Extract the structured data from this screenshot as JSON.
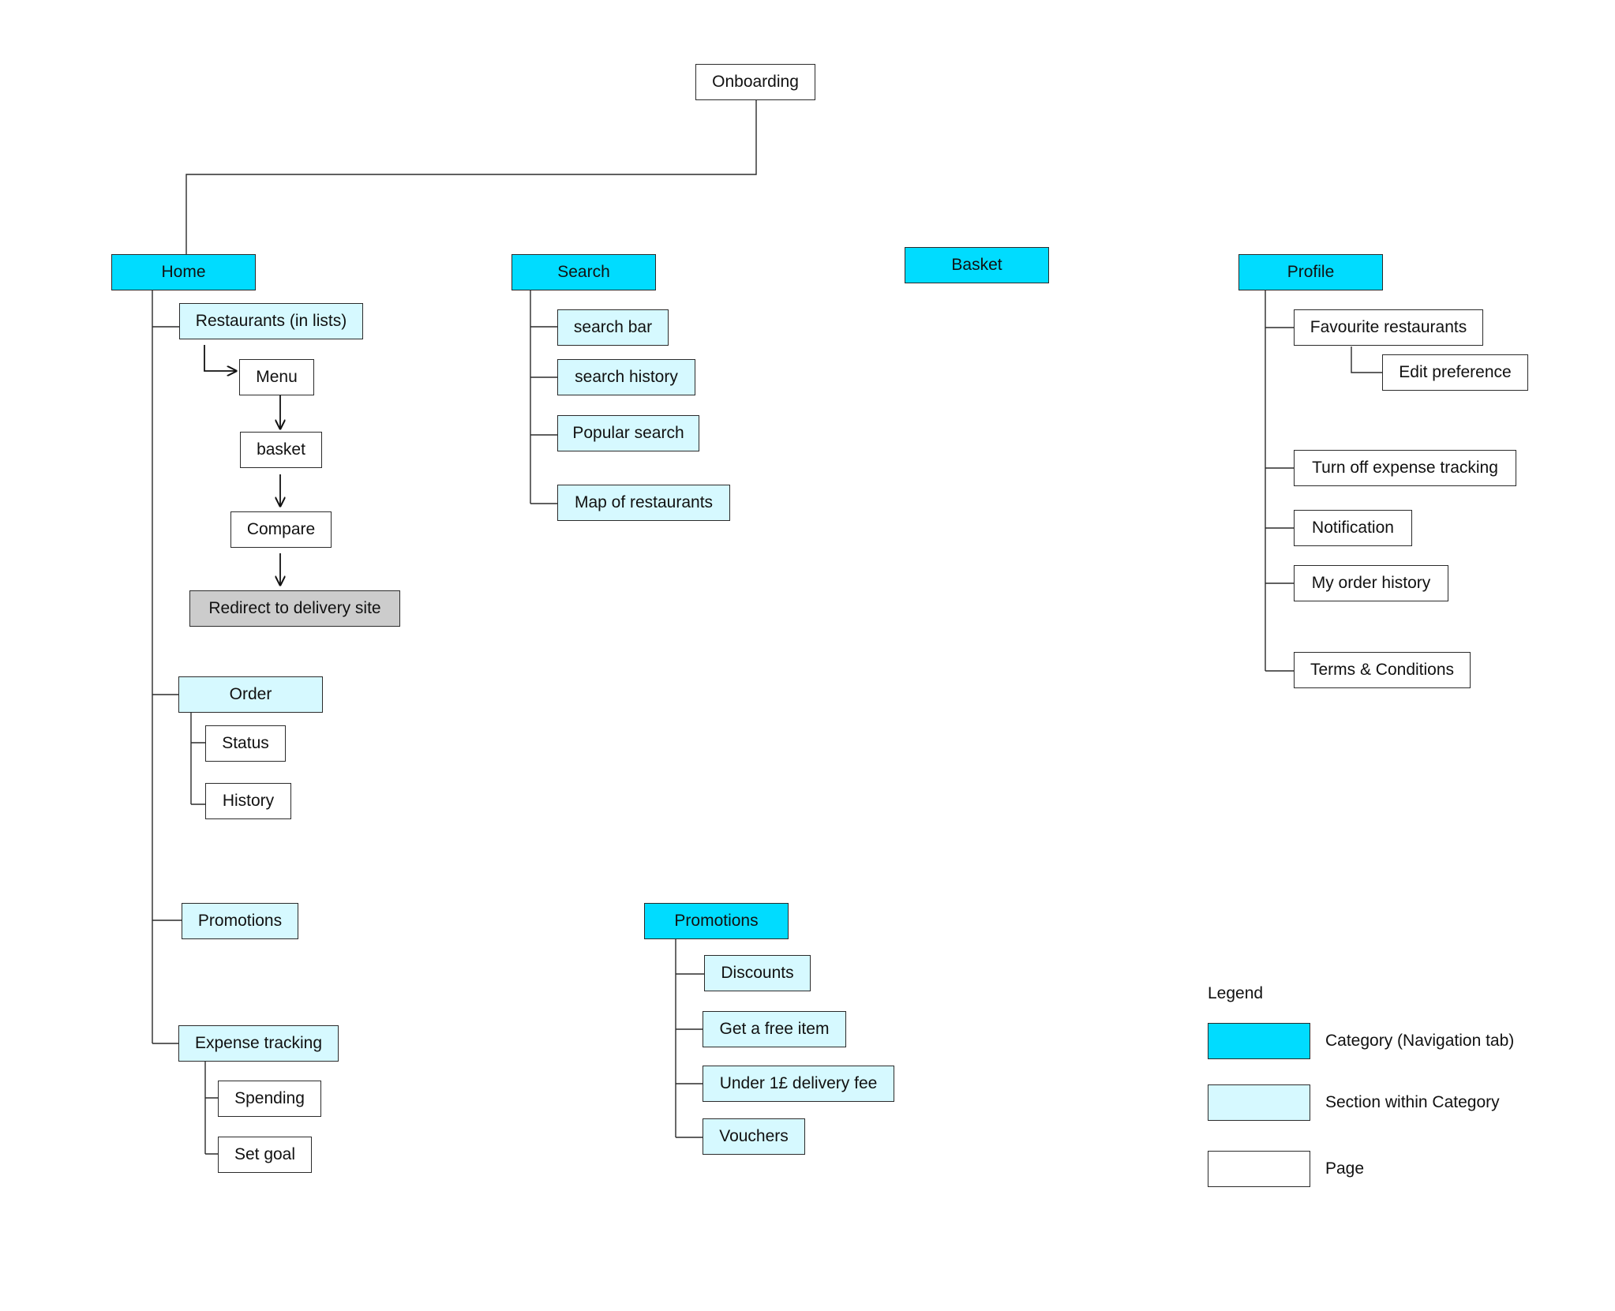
{
  "colors": {
    "category": "#00dcff",
    "section": "#d6f9ff",
    "page": "#ffffff",
    "terminal": "#cccccc",
    "line": "#2b2b2b"
  },
  "nodes": {
    "onboarding": "Onboarding",
    "home": "Home",
    "restaurants": "Restaurants (in lists)",
    "menu": "Menu",
    "basket_page": "basket",
    "compare": "Compare",
    "redirect": "Redirect to delivery site",
    "order": "Order",
    "status": "Status",
    "history": "History",
    "home_promotions": "Promotions",
    "expense_tracking": "Expense tracking",
    "spending": "Spending",
    "set_goal": "Set goal",
    "search": "Search",
    "search_bar": "search bar",
    "search_history": "search history",
    "popular_search": "Popular search",
    "map_restaurants": "Map of restaurants",
    "basket": "Basket",
    "profile": "Profile",
    "favourite_restaurants": "Favourite restaurants",
    "edit_preference": "Edit preference",
    "turn_off_expense": "Turn off expense tracking",
    "notification": "Notification",
    "order_history": "My order history",
    "terms": "Terms & Conditions",
    "promotions": "Promotions",
    "discounts": "Discounts",
    "free_item": "Get a free item",
    "delivery_fee": "Under 1£ delivery fee",
    "vouchers": "Vouchers"
  },
  "legend": {
    "title": "Legend",
    "items": [
      {
        "label": "Category (Navigation tab)",
        "kind": "category"
      },
      {
        "label": "Section within Category",
        "kind": "section"
      },
      {
        "label": "Page",
        "kind": "page"
      }
    ]
  }
}
